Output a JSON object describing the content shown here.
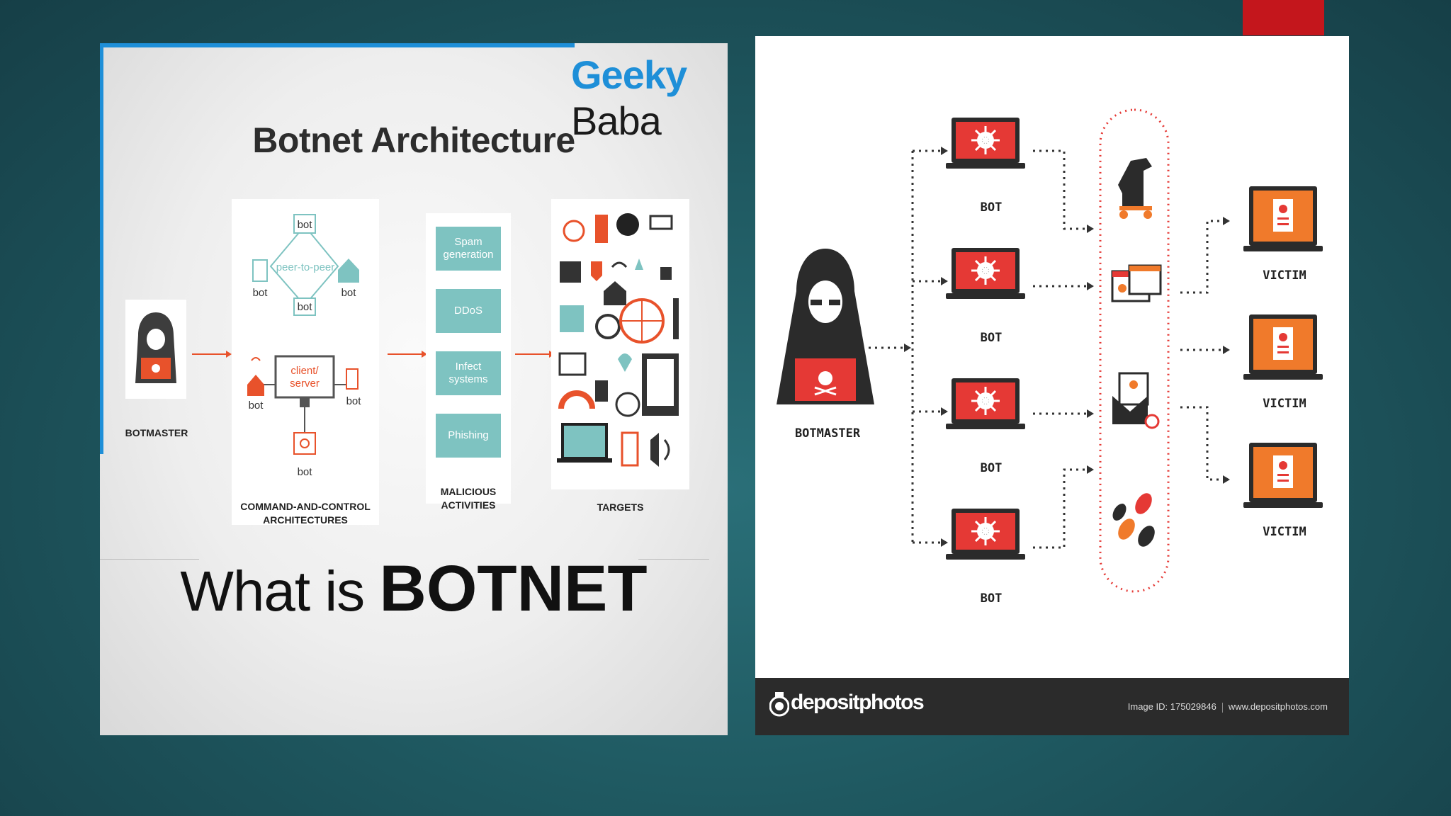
{
  "left": {
    "brand_first": "Geeky",
    "brand_second": "Baba",
    "title": "Botnet Architecture",
    "botmaster_label": "BOTMASTER",
    "bot_label": "bot",
    "p2p_label": "peer-to-peer",
    "client_server_line1": "client/",
    "client_server_line2": "server",
    "malicious_items": [
      "Spam generation",
      "DDoS",
      "Infect systems",
      "Phishing"
    ],
    "cc_caption_line1": "COMMAND-AND-CONTROL",
    "cc_caption_line2": "ARCHITECTURES",
    "mal_caption_line1": "MALICIOUS",
    "mal_caption_line2": "ACTIVITIES",
    "targets_caption": "TARGETS",
    "what_is": "What is",
    "botnet": "BOTNET",
    "colors": {
      "accent_blue": "#1e8fd8",
      "teal": "#7ec3c1",
      "orange": "#e8522b"
    }
  },
  "right": {
    "botmaster_label": "BOTMASTER",
    "bot_label": "BOT",
    "victim_label": "VICTIM",
    "footer_brand": "depositphotos",
    "image_id": "Image ID: 175029846",
    "site": "www.depositphotos.com",
    "colors": {
      "red": "#e53935",
      "orange": "#f07a2b",
      "dark": "#2b2b2b"
    }
  }
}
